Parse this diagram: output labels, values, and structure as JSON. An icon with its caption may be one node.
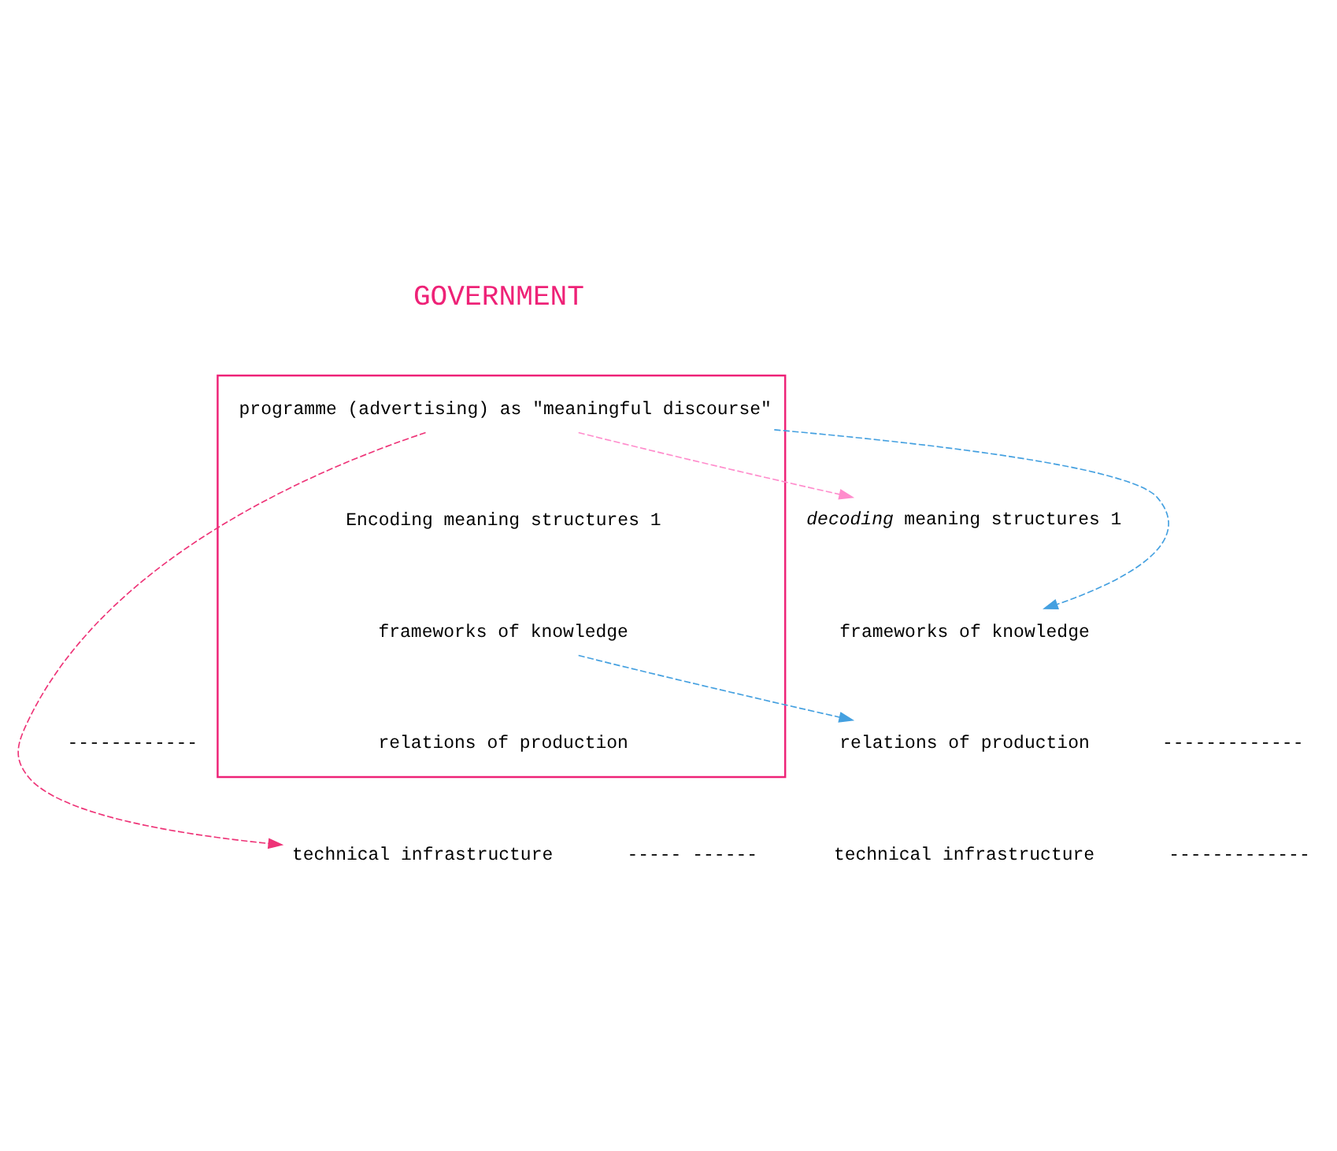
{
  "diagram": {
    "nodes": [
      {
        "text": [],
        "shape": "box"
      },
      {
        "text": [
          "programme (advertising) as \"meaningful discourse\""
        ],
        "in": 0
      },
      {
        "text": [
          "Encoding meaning structures 1"
        ],
        "in": 0
      },
      {
        "text": [
          "*decoding* meaning structures 1"
        ]
      },
      {
        "text": [
          "frameworks of knowledge"
        ],
        "in": 0
      },
      {
        "text": [
          "frameworks of knowledge"
        ]
      },
      {
        "text": [
          "relations of production"
        ],
        "in": 0
      },
      {
        "text": [
          "relations of production"
        ]
      },
      {
        "text": [
          "technical infrastructure"
        ]
      },
      {
        "text": [
          "technical infrastructure"
        ]
      }
    ],
    "edges": [
      {
        "from": 1,
        "to": 3,
        "arrow": "to",
        "style": "dashed",
        "color": "#ff8ccc"
      },
      {
        "from": 1,
        "to": 8,
        "arrow": "to",
        "style": "dashed",
        "color": "#ee3377"
      },
      {
        "from": 1,
        "to": 5,
        "arrow": "to",
        "style": "dashed",
        "color": "#44a0e0"
      },
      {
        "from": 4,
        "to": 7,
        "arrow": "to",
        "style": "dashed",
        "color": "#44a0e0"
      }
    ],
    "labels": [
      "GOVERNMENT",
      "------------",
      "-------------",
      "----- ------",
      "-------------"
    ]
  }
}
